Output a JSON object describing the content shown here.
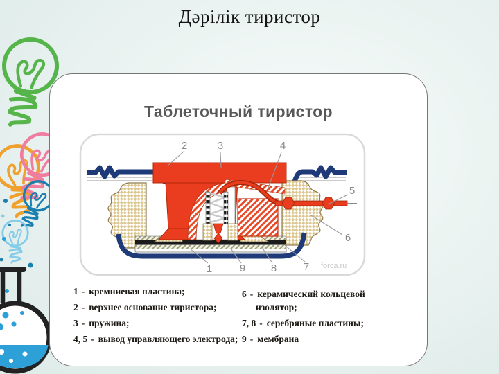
{
  "slide": {
    "title": "Дәрілік тиристор"
  },
  "figure": {
    "title": "Таблеточный тиристор",
    "watermark": "forca.ru",
    "callouts": {
      "top": [
        "2",
        "3",
        "4"
      ],
      "right": [
        "5",
        "6"
      ],
      "bottom": [
        "1",
        "9",
        "8",
        "7"
      ]
    },
    "legend": {
      "separator": "-",
      "left": [
        {
          "num": "1",
          "label": "кремниевая пластина;"
        },
        {
          "num": "2",
          "label": "верхнее основание тиристора;"
        },
        {
          "num": "3",
          "label": "пружина;"
        },
        {
          "num": "4, 5",
          "label": "вывод управляющего электрода;"
        }
      ],
      "right": [
        {
          "num": "6",
          "label": "керамический кольцевой изолятор;"
        },
        {
          "num": "7, 8",
          "label": "серебряные пластины;"
        },
        {
          "num": "9",
          "label": "мембрана"
        }
      ]
    }
  },
  "colors": {
    "thyristor_red": "#ea3c1e",
    "membrane_navy": "#1e3a78",
    "ceramic_tan": "#dcc791",
    "doodle_green": "#56b54a",
    "doodle_orange": "#f0a02c",
    "doodle_pink": "#f07ca0",
    "doodle_teal": "#1a7fae",
    "doodle_lightblue": "#85cce8",
    "flask_blue": "#2da0d8"
  }
}
